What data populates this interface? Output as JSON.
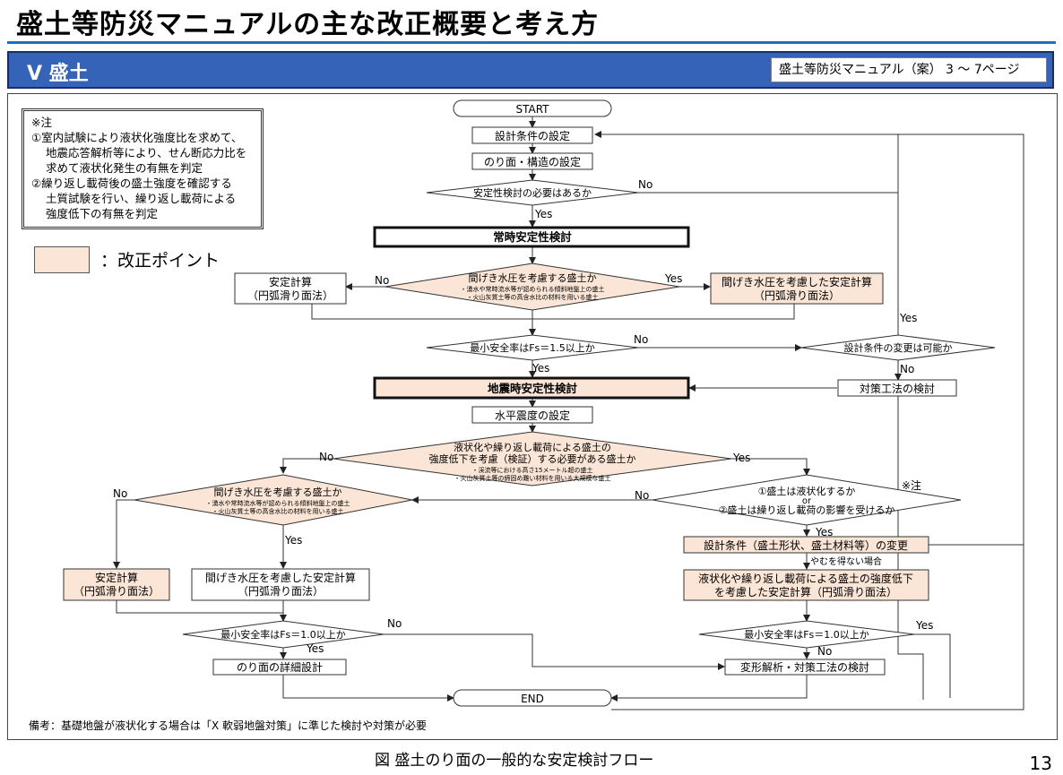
{
  "header": {
    "title": "盛土等防災マニュアルの主な改正概要と考え方",
    "section": "Ⅴ 盛土",
    "reference": "盛土等防災マニュアル（案） 3 ～ 7ページ"
  },
  "note": {
    "heading": "※注",
    "line1": "①室内試験により液状化強度比を求めて、",
    "line2": "地震応答解析等により、せん断応力比を",
    "line3": "求めて液状化発生の有無を判定",
    "line4": "②繰り返し載荷後の盛土強度を確認する",
    "line5": "土質試験を行い、繰り返し載荷による",
    "line6": "強度低下の有無を判定"
  },
  "legend": {
    "label": "：改正ポイント",
    "color": "#fbe5d6"
  },
  "flow": {
    "start": "START",
    "design_conditions": "設計条件の設定",
    "slope_structure": "のり面・構造の設定",
    "need_stability": "安定性検討の必要はあるか",
    "normal_stability": "常時安定性検討",
    "pore_water_q": "間げき水圧を考慮する盛土か",
    "pore_water_sub1": "・湧水や常時流水等が認められる傾斜地盤上の盛土",
    "pore_water_sub2": "・火山灰質土等の高含水比の材料を用いる盛土",
    "calc_l1": "安定計算",
    "calc_l2": "（円弧滑り面法）",
    "pw_calc_l1": "間げき水圧を考慮した安定計算",
    "pw_calc_l2": "（円弧滑り面法）",
    "fs15": "最小安全率はFs＝1.5以上か",
    "change_possible": "設計条件の変更は可能か",
    "countermeasure": "対策工法の検討",
    "seismic_stability": "地震時安定性検討",
    "horizontal_seismic": "水平震度の設定",
    "liq_q_l1": "液状化や繰り返し載荷による盛土の",
    "liq_q_l2": "強度低下を考慮（検証）する必要がある盛土か",
    "liq_sub1": "・渓流等における高さ15メートル超の盛土",
    "liq_sub2": "・火山灰質土等の締固め難い材料を用いる大規模な盛土",
    "liq_check_l1": "①盛土は液状化するか",
    "liq_check_l2": "or",
    "liq_check_l3": "②盛土は繰り返し載荷の影響を受けるか",
    "note_mark": "※注",
    "change_design": "設計条件（盛土形状、盛土材料等）の変更",
    "unavoidable": "やむを得ない場合",
    "liq_calc_l1": "液状化や繰り返し載荷による盛土の強度低下",
    "liq_calc_l2": "を考慮した安定計算（円弧滑り面法）",
    "fs10": "最小安全率はFs＝1.0以上か",
    "slope_detail": "のり面の詳細設計",
    "deformation": "変形解析・対策工法の検討",
    "end": "END",
    "yes": "Yes",
    "no": "No"
  },
  "remark": "備考：基礎地盤が液状化する場合は「Ⅹ 軟弱地盤対策」に準じた検討や対策が必要",
  "caption": "図 盛土のり面の一般的な安定検討フロー",
  "page_number": "13"
}
